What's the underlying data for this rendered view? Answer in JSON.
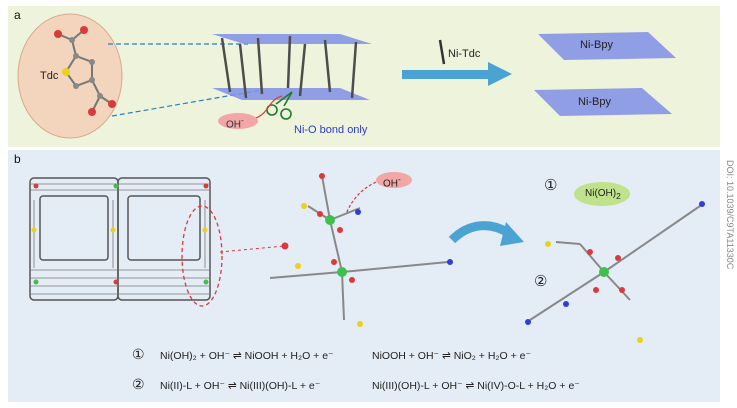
{
  "panel_a": {
    "label": "a",
    "tdc_label": "Tdc",
    "oh_label": "OH",
    "oh_superscript": "-",
    "bond_label": "Ni-O bond only",
    "arrow_label": "Ni-Tdc",
    "product_top": "Ni-Bpy",
    "product_bottom": "Ni-Bpy"
  },
  "panel_b": {
    "label": "b",
    "oh_label": "OH",
    "oh_superscript": "-",
    "marker_1": "①",
    "marker_2": "②",
    "nioh2_label": "Ni(OH)",
    "nioh2_sub": "2",
    "eq1_marker": "①",
    "eq1_left": "Ni(OH)₂ + OH⁻ ⇌ NiOOH + H₂O + e⁻",
    "eq1_right": "NiOOH + OH⁻ ⇌ NiO₂ + H₂O + e⁻",
    "eq2_marker": "②",
    "eq2_left": "Ni(II)-L + OH⁻ ⇌ Ni(III)(OH)-L + e⁻",
    "eq2_right": "Ni(III)(OH)-L + OH⁻ ⇌ Ni(IV)-O-L + H₂O + e⁻"
  },
  "side_text": "DOI: 10.1039/C9TA11330C",
  "colors": {
    "panel_a_bg": "#eef3dc",
    "panel_b_bg": "#e4ecf6",
    "sheet_blue": "#7f8fe6",
    "oh_pink": "#f2a6a6",
    "arrow_blue": "#4ba3d4",
    "ni_green": "#3fbf4c",
    "oxygen_red": "#d93a3a",
    "sulfur_yellow": "#e8d21a",
    "nitrogen_blue": "#2f3fd6",
    "carbon_grey": "#8a8a8a",
    "ellipse_fill": "#f3d4bd",
    "green_bubble": "#bfe28a"
  }
}
